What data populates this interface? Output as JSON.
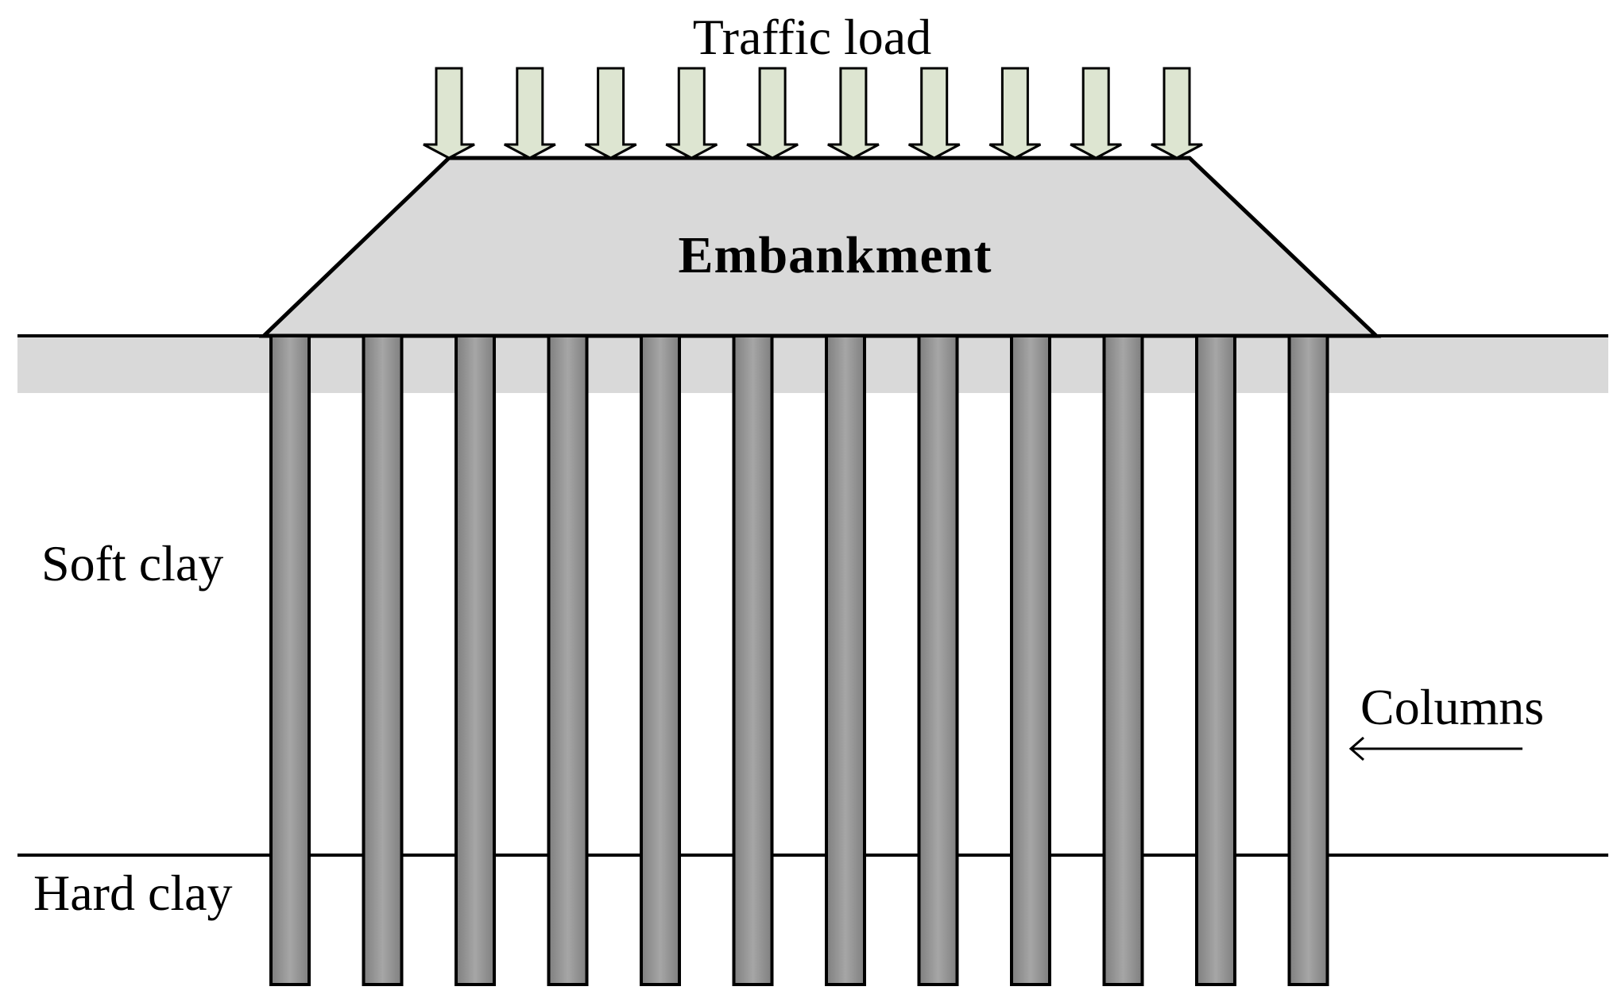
{
  "labels": {
    "traffic_load": "Traffic load",
    "embankment": "Embankment",
    "soft_clay": "Soft clay",
    "hard_clay": "Hard clay",
    "columns": "Columns"
  },
  "counts": {
    "load_arrows": 10,
    "columns": 12
  },
  "colors": {
    "arrow_fill": "#dde5d1",
    "embankment_fill": "#d9d9d9",
    "crust_fill": "#d9d9d9",
    "column_edge": "#7f7f7f",
    "column_center": "#a6a6a6",
    "line": "#000000"
  }
}
